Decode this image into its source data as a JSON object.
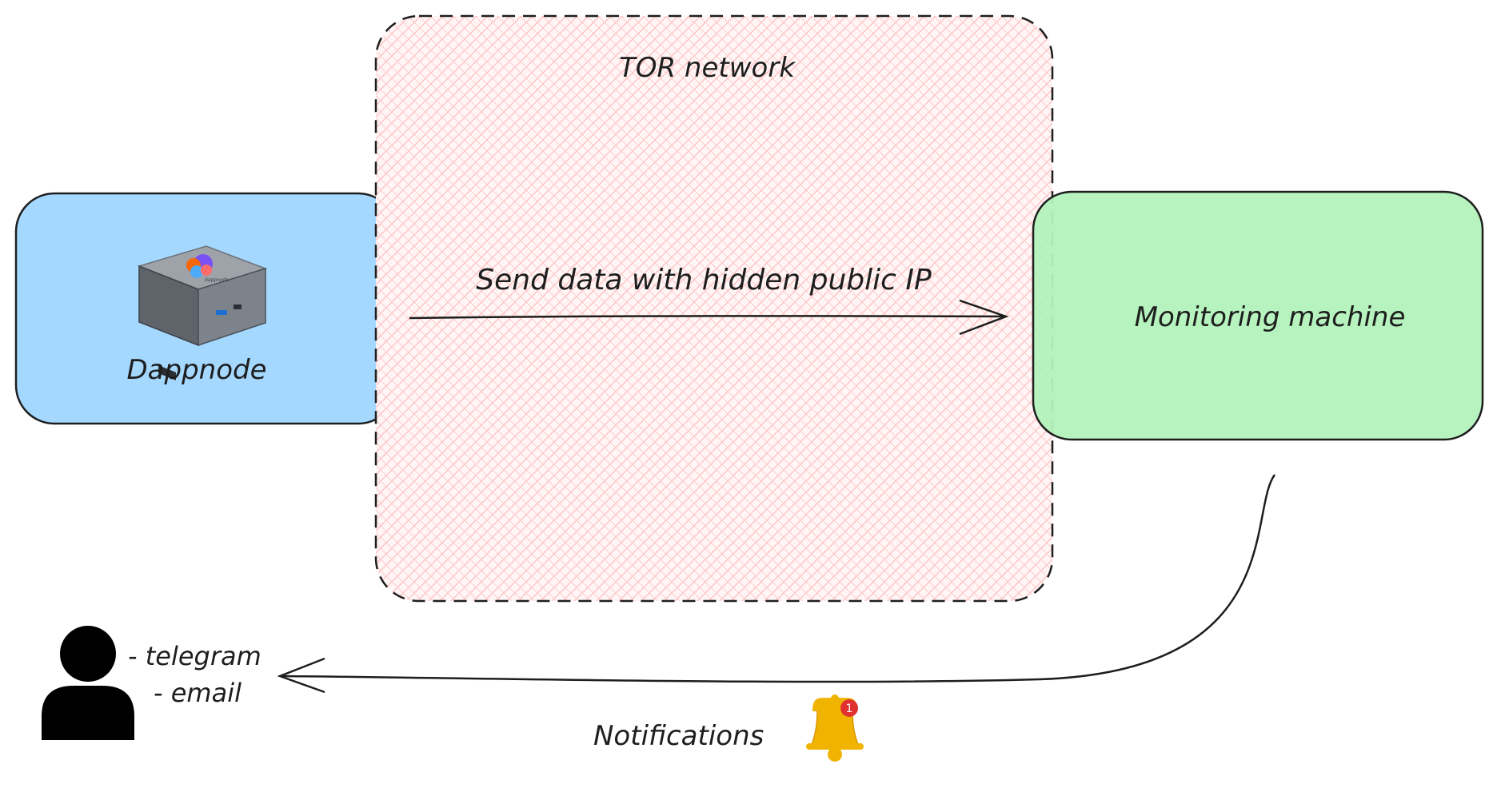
{
  "tor_network": {
    "label": "TOR network",
    "fill_color": "#ffc9c9",
    "border_color": "#1e1e1e"
  },
  "dappnode": {
    "label": "Dappnode",
    "fill_color": "#a5d8ff",
    "device_icon": "mini-pc-device-icon"
  },
  "monitoring": {
    "label": "Monitoring machine",
    "fill_color": "#b2f2bb"
  },
  "edge_send": {
    "label": "Send data with hidden public IP"
  },
  "user": {
    "icon": "user-icon",
    "channels": [
      "- telegram",
      "- email"
    ]
  },
  "notifications": {
    "label": "Notifications",
    "icon": "bell-icon",
    "bell_color": "#f0b400",
    "badge_color": "#e03131",
    "badge_count": "1"
  }
}
